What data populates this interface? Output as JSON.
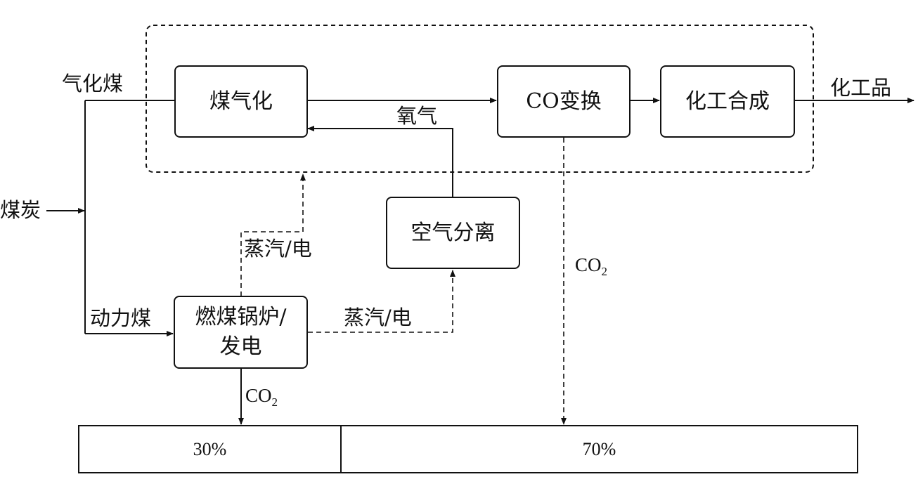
{
  "diagram": {
    "inputs": {
      "coal": "煤炭",
      "gasification_coal": "气化煤",
      "power_coal": "动力煤"
    },
    "process_boxes": {
      "coal_gasification": "煤气化",
      "co_shift": "CO变换",
      "chemical_synthesis": "化工合成",
      "air_separation": "空气分离",
      "boiler_line1": "燃煤锅炉/",
      "boiler_line2": "发电"
    },
    "flow_labels": {
      "oxygen": "氧气",
      "steam_power_up": "蒸汽/电",
      "steam_power_right": "蒸汽/电",
      "product": "化工品",
      "co2_main": "CO",
      "co2_main_sub": "2",
      "co2_boiler": "CO",
      "co2_boiler_sub": "2"
    },
    "emission_share": {
      "boiler_share": "30%",
      "process_share": "70%"
    },
    "colors": {
      "line": "#111111",
      "background": "#ffffff"
    }
  }
}
